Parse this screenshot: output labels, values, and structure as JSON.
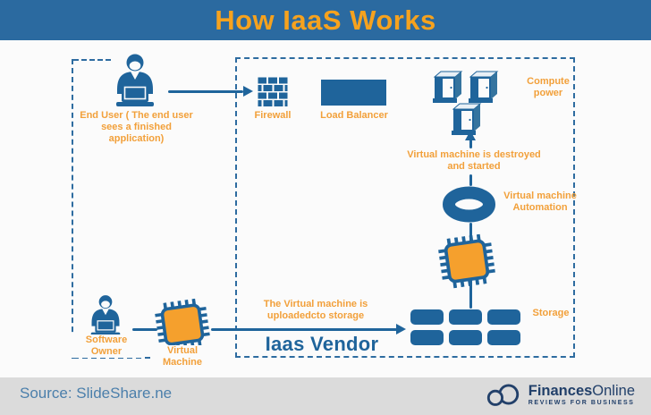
{
  "header": {
    "title": "How IaaS Works"
  },
  "colors": {
    "header_bg": "#2b6aa0",
    "accent_orange": "#f2a03a",
    "title_orange": "#f6a21e",
    "icon_blue": "#1f649b",
    "dashed_border": "#2e6ca0",
    "footer_bg": "#dbdbdb",
    "source_text": "#4b7fab",
    "logo_navy": "#22406a",
    "chip_core_orange": "#f5a02d"
  },
  "actors": {
    "end_user": {
      "lines": [
        "End User ( The end user",
        "sees a finished",
        "application)"
      ]
    },
    "software_owner": {
      "lines": [
        "Software",
        "Owner"
      ]
    },
    "virtual_machine": {
      "lines": [
        "Virtual",
        "Machine"
      ]
    }
  },
  "vendor": {
    "box_label": "Iaas Vendor",
    "firewall_label": "Firewall",
    "load_balancer_label": "Load Balancer",
    "compute_power": {
      "lines": [
        "Compute",
        "power"
      ]
    },
    "vm_destroyed": {
      "lines": [
        "Virtual machine is destroyed",
        "and started"
      ]
    },
    "vm_automation": {
      "lines": [
        "Virtual machine",
        "Automation"
      ]
    },
    "storage_label": "Storage",
    "upload_note": {
      "lines": [
        "The Virtual machine is",
        "uploadedcto storage"
      ]
    }
  },
  "footer": {
    "source": "Source: SlideShare.ne",
    "logo": {
      "brand_bold": "Finances",
      "brand_regular": "Online",
      "tagline": "REVIEWS FOR BUSINESS"
    }
  }
}
